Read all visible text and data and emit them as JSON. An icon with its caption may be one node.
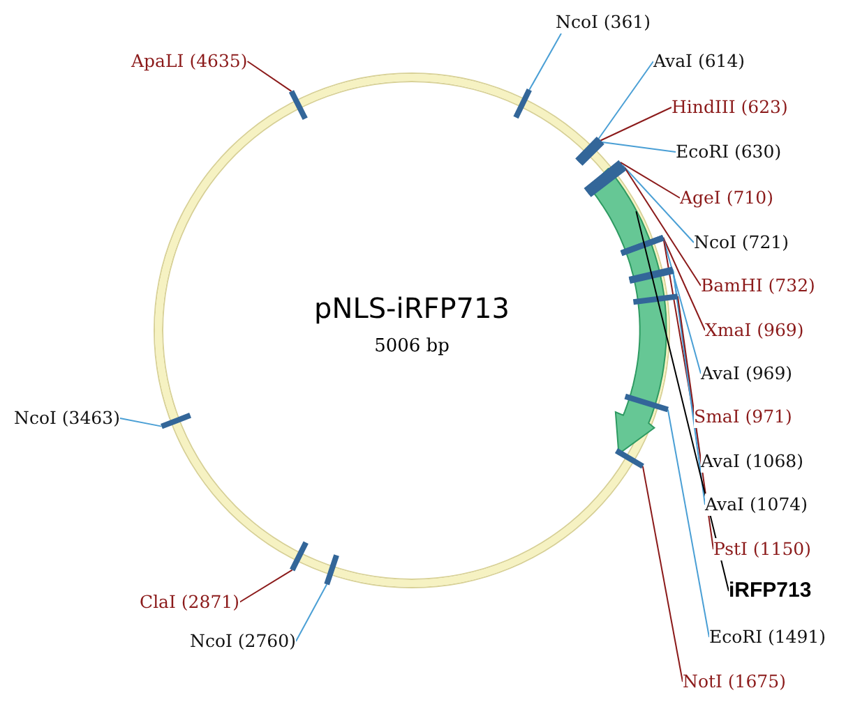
{
  "diagram": {
    "nodes": [
      {
        "text": [
          "pNLS-iRFP713",
          "5006 bp"
        ]
      },
      {
        "text": [],
        "shape": "arrow",
        "in": 0
      },
      {
        "text": [
          "ApaLI (4635)"
        ]
      },
      {
        "text": [
          "NcoI (361)"
        ]
      },
      {
        "text": [
          "AvaI (614)"
        ]
      },
      {
        "text": [
          "HindIII (623)"
        ]
      },
      {
        "text": [
          "EcoRI (630)"
        ]
      },
      {
        "text": [
          "AgeI (710)"
        ]
      },
      {
        "text": [
          "NcoI (721)"
        ]
      },
      {
        "text": [
          "BamHI (732)"
        ]
      },
      {
        "text": [
          "XmaI (969)"
        ]
      },
      {
        "text": [
          "AvaI (969)"
        ]
      },
      {
        "text": [
          "SmaI (971)"
        ]
      },
      {
        "text": [
          "AvaI (1068)"
        ]
      },
      {
        "text": [
          "AvaI (1074)"
        ]
      },
      {
        "text": [
          "PstI (1150)"
        ]
      },
      {
        "text": [
          "iRFP713"
        ]
      },
      {
        "text": [
          "EcoRI (1491)"
        ]
      },
      {
        "text": [
          "NotI (1675)"
        ]
      },
      {
        "text": [
          "NcoI (3463)"
        ]
      },
      {
        "text": [
          "ClaI (2871)"
        ]
      },
      {
        "text": [
          "NcoI (2760)"
        ]
      }
    ],
    "edges": [
      {
        "from": 2,
        "to": 0,
        "arrow": "none",
        "color": "#8b1a1a"
      },
      {
        "from": 3,
        "to": 0,
        "arrow": "none"
      },
      {
        "from": 4,
        "to": 0,
        "arrow": "none"
      },
      {
        "from": 5,
        "to": 0,
        "arrow": "none",
        "color": "#8b1a1a"
      },
      {
        "from": 6,
        "to": 0,
        "arrow": "none"
      },
      {
        "from": 7,
        "to": 1,
        "arrow": "none",
        "color": "#8b1a1a"
      },
      {
        "from": 8,
        "to": 1,
        "arrow": "none"
      },
      {
        "from": 9,
        "to": 1,
        "arrow": "none",
        "color": "#8b1a1a"
      },
      {
        "from": 10,
        "to": 1,
        "arrow": "none",
        "color": "#8b1a1a"
      },
      {
        "from": 11,
        "to": 1,
        "arrow": "none"
      },
      {
        "from": 12,
        "to": 1,
        "arrow": "none",
        "color": "#8b1a1a"
      },
      {
        "from": 13,
        "to": 1,
        "arrow": "none"
      },
      {
        "from": 14,
        "to": 1,
        "arrow": "none"
      },
      {
        "from": 15,
        "to": 1,
        "arrow": "none",
        "color": "#8b1a1a"
      },
      {
        "from": 16,
        "to": 1,
        "arrow": "none",
        "color": "#000000"
      },
      {
        "from": 17,
        "to": 1,
        "arrow": "none"
      },
      {
        "from": 18,
        "to": 0,
        "arrow": "none",
        "color": "#8b1a1a"
      },
      {
        "from": 19,
        "to": 0,
        "arrow": "none"
      },
      {
        "from": 20,
        "to": 0,
        "arrow": "none",
        "color": "#8b1a1a"
      },
      {
        "from": 21,
        "to": 0,
        "arrow": "none"
      }
    ]
  }
}
